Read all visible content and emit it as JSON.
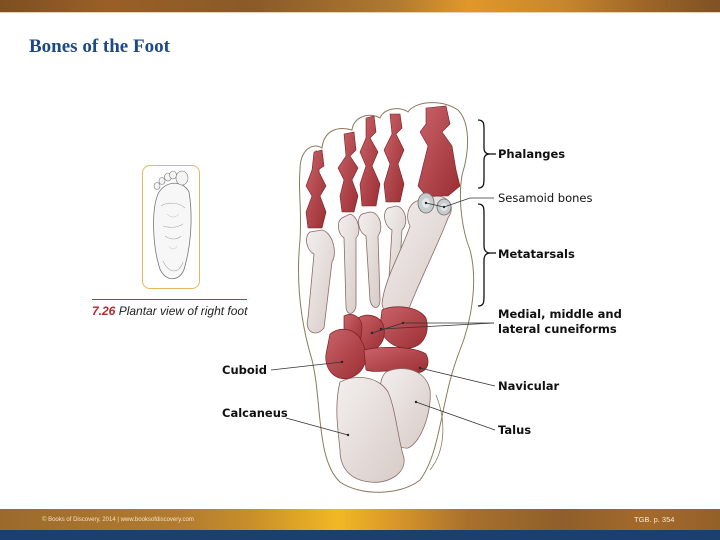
{
  "slide": {
    "title": "Bones of the Foot"
  },
  "thumbnail": {
    "figure_number": "7.26",
    "caption": " Plantar view of right foot"
  },
  "labels": {
    "phalanges": "Phalanges",
    "sesamoid": "Sesamoid bones",
    "metatarsals": "Metatarsals",
    "cuneiforms_line1": "Medial, middle and",
    "cuneiforms_line2": "lateral cuneiforms",
    "navicular": "Navicular",
    "talus": "Talus",
    "cuboid": "Cuboid",
    "calcaneus": "Calcaneus"
  },
  "footer": {
    "copyright": "© Books of Discovery, 2014  |  www.booksofdiscovery.com",
    "page_ref": "TGB. p. 354"
  },
  "colors": {
    "title": "#1d4a86",
    "bone_red": "#a8353a",
    "bone_grey": "#ece6e4",
    "outline": "#8c7a5c",
    "accent_gold": "#e6b760",
    "footer_blue": "#1d3f6e"
  }
}
